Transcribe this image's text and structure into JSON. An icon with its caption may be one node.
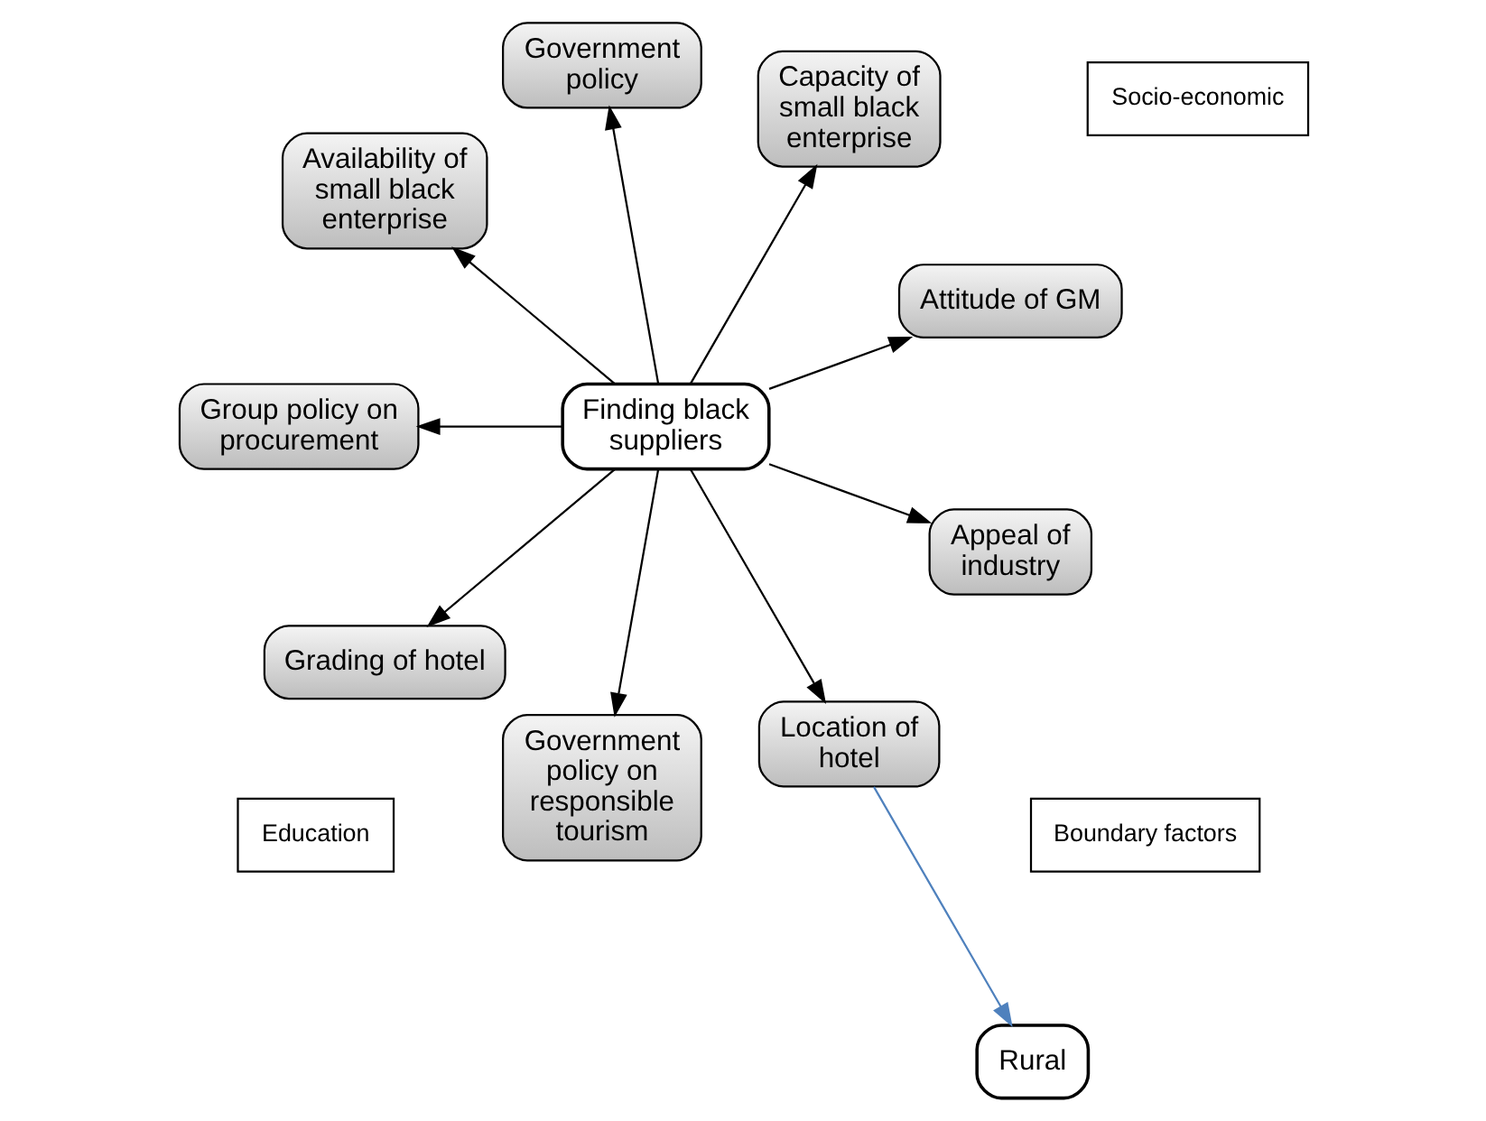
{
  "diagram": {
    "nodes": [
      {
        "text": [
          "Boundary factors"
        ]
      },
      {
        "text": [
          "Education"
        ]
      },
      {
        "text": [
          "Socio-economic"
        ]
      },
      {
        "text": [
          "Attitude of GM"
        ]
      },
      {
        "text": [
          "Capacity of small black enterprise"
        ]
      },
      {
        "text": [
          "Government policy"
        ]
      },
      {
        "text": [
          "Finding black suppliers"
        ]
      },
      {
        "text": [
          "Availability of small black enterprise"
        ]
      },
      {
        "text": [
          "Group policy on procurement"
        ]
      },
      {
        "text": [
          "Grading of hotel"
        ]
      },
      {
        "text": [
          "Government policy on responsible tourism"
        ]
      },
      {
        "text": [
          "Location of hotel"
        ]
      },
      {
        "text": [
          "Appeal of industry"
        ]
      },
      {
        "text": [
          "Rural"
        ]
      }
    ],
    "edges": [
      {
        "from": 6,
        "to": 3,
        "arrow": "to"
      },
      {
        "from": 6,
        "to": 4,
        "arrow": "to"
      },
      {
        "from": 6,
        "to": 5,
        "arrow": "to"
      },
      {
        "from": 6,
        "to": 7,
        "arrow": "to"
      },
      {
        "from": 6,
        "to": 8,
        "arrow": "to"
      },
      {
        "from": 6,
        "to": 9,
        "arrow": "to"
      },
      {
        "from": 6,
        "to": 10,
        "arrow": "to"
      },
      {
        "from": 6,
        "to": 12,
        "arrow": "to"
      },
      {
        "from": 6,
        "to": 11,
        "arrow": "to"
      },
      {
        "from": 11,
        "to": 13,
        "arrow": "to",
        "color": "#4f81bd"
      }
    ]
  }
}
